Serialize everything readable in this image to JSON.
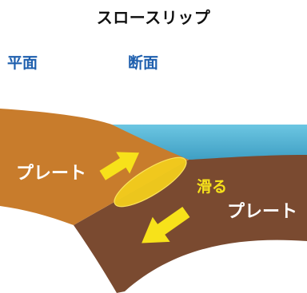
{
  "title": "スロースリップ",
  "views": {
    "plan_label": "平面",
    "section_label": "断面"
  },
  "labels": {
    "upper_plate": "プレート",
    "lower_plate": "プレート",
    "slip": "滑る"
  },
  "colors": {
    "title_text": "#111111",
    "view_label_text": "#1e5fae",
    "sea": "#5cb8d8",
    "upper_plate": "#c87c2c",
    "lower_plate": "#7a4a30",
    "arrow": "#f7e21a",
    "slip_zone": "#f2cc1c",
    "slip_text": "#f7e21a",
    "plate_text": "#ffffff"
  },
  "icons": [
    "arrow-up-right-icon",
    "arrow-down-left-icon"
  ]
}
